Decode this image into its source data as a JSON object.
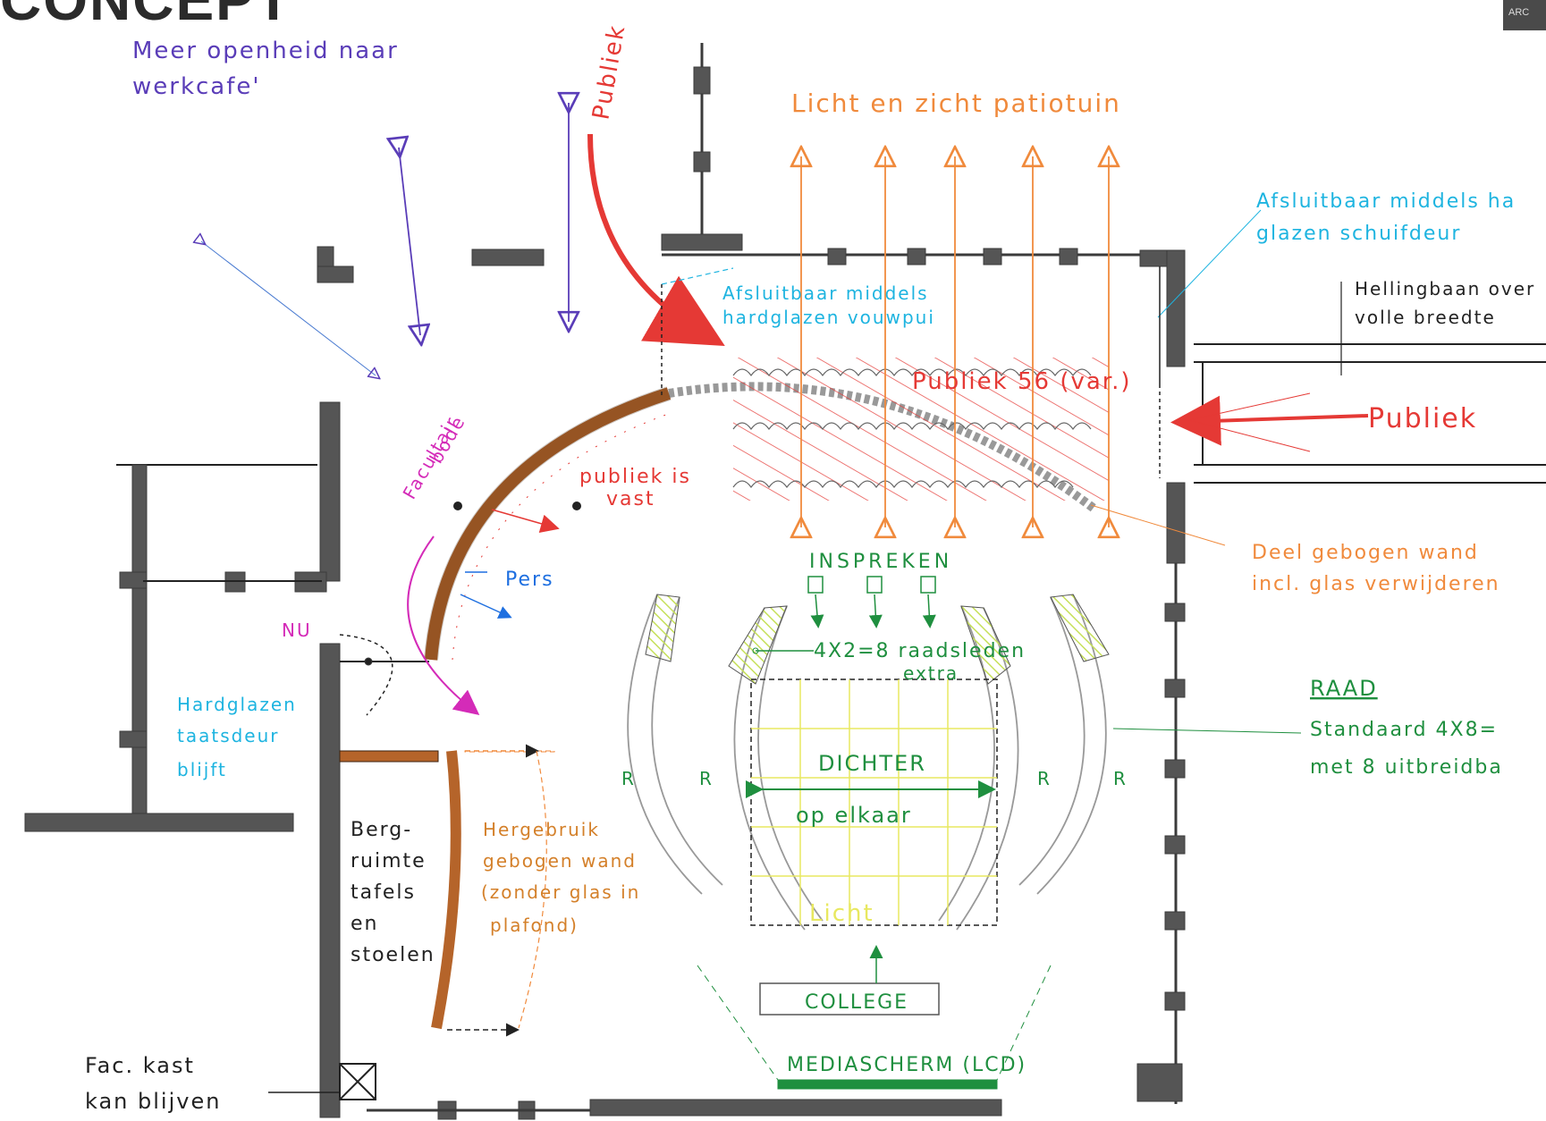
{
  "header": {
    "title": "CONCEPT",
    "corner_tab": "ARC"
  },
  "colors": {
    "wall": "#3b3b3b",
    "purple": "#5a3db8",
    "orange": "#f08a3c",
    "red": "#e53935",
    "cyan": "#1eb4e0",
    "brown": "#b5642a",
    "green": "#1f8f3f",
    "magenta": "#d42bb8",
    "yellow": "#e8e860",
    "lime": "#c6e05a"
  },
  "labels": {
    "meer_openheid": "Meer openheid naar",
    "werkcafe": "werkcafe'",
    "publiek_top": "Publiek",
    "licht_zicht": "Licht en zicht patiotuin",
    "afsluitbaar_right_1": "Afsluitbaar middels ha",
    "afsluitbaar_right_2": "glazen schuifdeur",
    "hellingbaan_1": "Hellingbaan over",
    "hellingbaan_2": "volle breedte",
    "afsluitbaar_mid_1": "Afsluitbaar middels",
    "afsluitbaar_mid_2": "hardglazen vouwpui",
    "publiek_seats": "Publiek 56 (var.)",
    "publiek_right": "Publiek",
    "facultair_1": "Facultair",
    "facultair_2": "bode",
    "publiek_vast_1": "publiek is",
    "publiek_vast_2": "vast",
    "deel_1": "Deel gebogen wand",
    "deel_2": "incl. glas verwijderen",
    "pers": "Pers",
    "insprekeN": "INSPREKEN",
    "nu": "NU",
    "raadszetels": "4X2=8 raadsleden",
    "extra": "extra",
    "raad": "RAAD",
    "standaard": "Standaard 4X8=",
    "uitbreid": "met 8 uitbreidba",
    "hardglazen_1": "Hardglazen",
    "hardglazen_2": "taatsdeur",
    "hardglazen_3": "blijft",
    "dichter": "DICHTER",
    "op_elkaar": "op elkaar",
    "r_label": "R",
    "berg_1": "Berg-",
    "berg_2": "ruimte",
    "berg_3": "tafels",
    "berg_4": "en",
    "berg_5": "stoelen",
    "herge_1": "Hergebruik",
    "herge_2": "gebogen wand",
    "herge_3": "(zonder glas in",
    "herge_4": "plafond)",
    "licht": "Licht",
    "college": "COLLEGE",
    "mediascherm": "MEDIASCHERM (LCD)",
    "fac_kast_1": "Fac. kast",
    "fac_kast_2": "kan blijven"
  }
}
